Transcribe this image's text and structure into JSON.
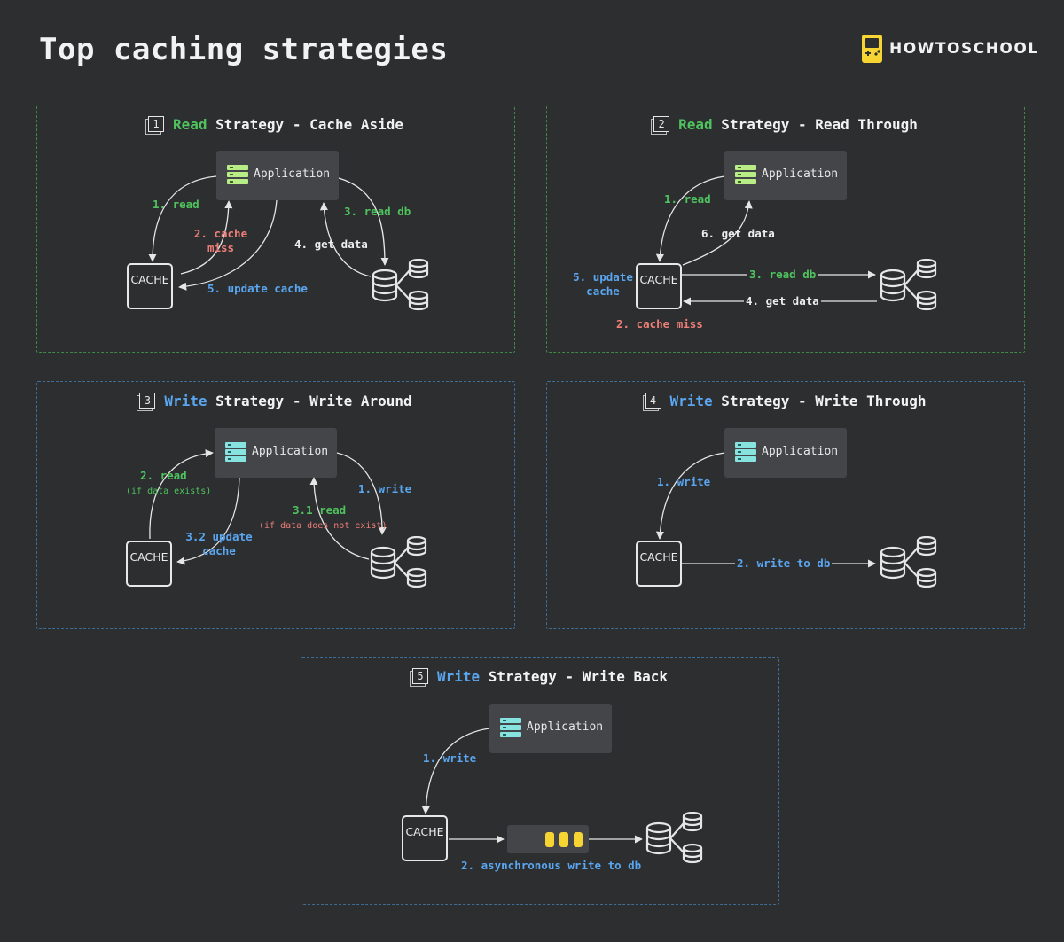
{
  "title": "Top caching strategies",
  "brand": {
    "name": "HOWTOSCHOOL",
    "icon": "gameboy-icon",
    "icon_color": "#f6d431"
  },
  "colors": {
    "background": "#2c2e30",
    "read": "#4fc45e",
    "write": "#5aa6f0",
    "miss": "#f07f79",
    "box": "#434549"
  },
  "common": {
    "application": "Application",
    "cache": "CACHE"
  },
  "panels": [
    {
      "number": "1",
      "keyword": "Read",
      "title_rest": " Strategy - Cache Aside",
      "labels": {
        "read": "1. read",
        "cache_miss_1": "2. cache",
        "cache_miss_2": "miss",
        "read_db": "3. read db",
        "get_data": "4. get data",
        "update_cache": "5. update cache"
      }
    },
    {
      "number": "2",
      "keyword": "Read",
      "title_rest": " Strategy - Read Through",
      "labels": {
        "read": "1. read",
        "get_data_app": "6. get data",
        "update_cache_1": "5. update",
        "update_cache_2": "cache",
        "read_db": "3. read db",
        "get_data": "4. get data",
        "cache_miss": "2. cache miss"
      }
    },
    {
      "number": "3",
      "keyword": "Write",
      "title_rest": " Strategy - Write Around",
      "labels": {
        "read": "2. read",
        "read_note": "(if data exists)",
        "write": "1. write",
        "read_db": "3.1 read",
        "read_db_note": "(if data does not exist)",
        "update_cache_1": "3.2 update",
        "update_cache_2": "cache"
      }
    },
    {
      "number": "4",
      "keyword": "Write",
      "title_rest": " Strategy - Write Through",
      "labels": {
        "write": "1. write",
        "write_db": "2. write to db"
      }
    },
    {
      "number": "5",
      "keyword": "Write",
      "title_rest": " Strategy - Write Back",
      "labels": {
        "write": "1. write",
        "async_write": "2. asynchronous write to db"
      }
    }
  ]
}
